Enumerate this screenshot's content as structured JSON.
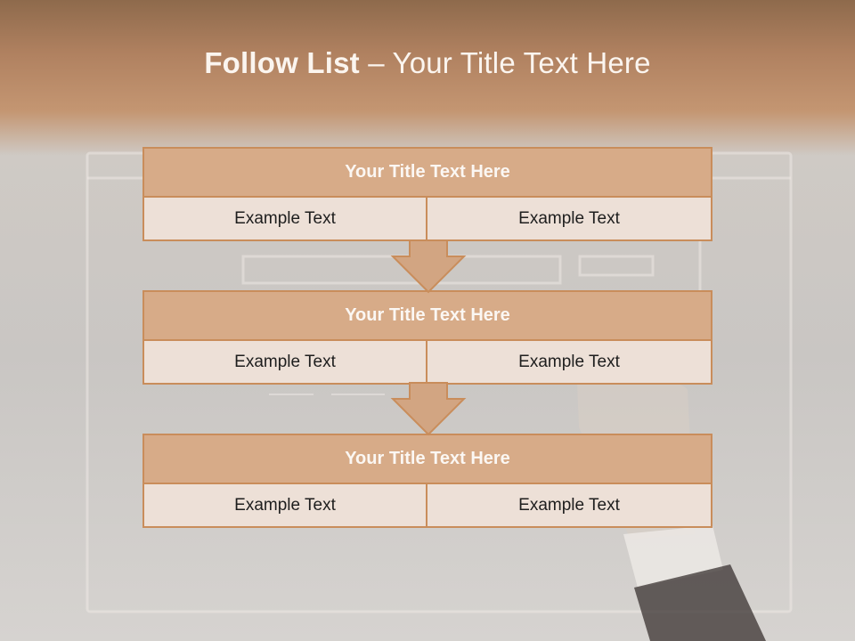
{
  "title": {
    "bold": "Follow List",
    "rest": " – Your Title Text Here"
  },
  "cards": [
    {
      "header": "Your Title Text Here",
      "left": "Example Text",
      "right": "Example Text"
    },
    {
      "header": "Your Title Text Here",
      "left": "Example Text",
      "right": "Example Text"
    },
    {
      "header": "Your Title Text Here",
      "left": "Example Text",
      "right": "Example Text"
    }
  ],
  "colors": {
    "header_fill": "#d7ab88",
    "cell_fill": "#ede0d7",
    "border": "#c98d5b",
    "arrow_fill": "#d2a582"
  },
  "icons": [
    "down-arrow-icon",
    "down-arrow-icon"
  ]
}
